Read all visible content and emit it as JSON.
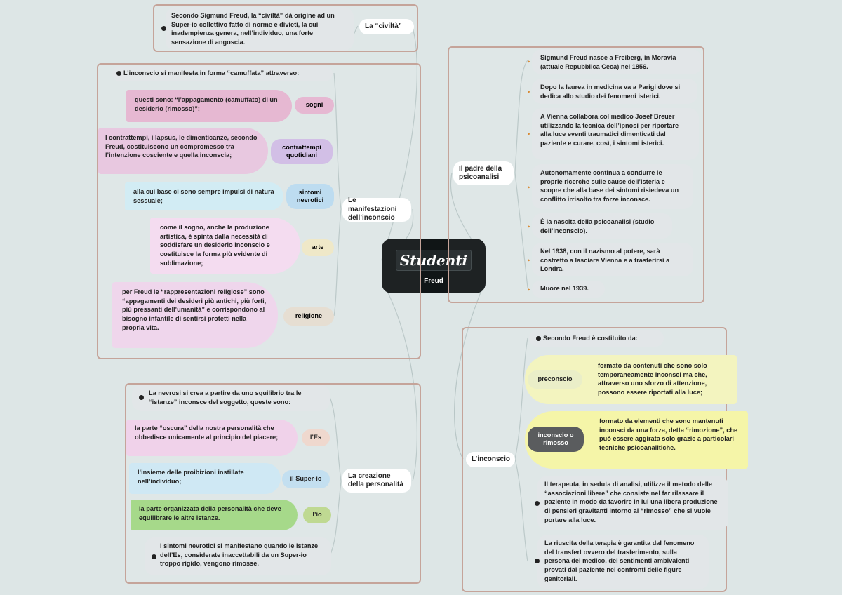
{
  "central": {
    "logo": "Studenti",
    "title": "Freud"
  },
  "civilta": {
    "label": "La “civiltà”",
    "note": "Secondo Sigmund Freud, la “civiltà” dà origine ad un Super-io collettivo fatto di norme e divieti, la cui inadempienza genera, nell’individuo, una forte sensazione di angoscia."
  },
  "manifestazioni": {
    "label": "Le manifestazioni dell’inconscio",
    "intro": "L’inconscio si manifesta in forma “camuffata” attraverso:",
    "items": [
      {
        "tag": "sogni",
        "text": "questi sono: “l’appagamento (camuffato) di un desiderio (rimosso)”;"
      },
      {
        "tag": "contrattempi quotidiani",
        "text": "I contrattempi, i lapsus, le dimenticanze, secondo Freud, costituiscono un compromesso tra l’intenzione cosciente e quella inconscia;"
      },
      {
        "tag": "sintomi nevrotici",
        "text": "alla cui base ci sono sempre impulsi di natura sessuale;"
      },
      {
        "tag": "arte",
        "text": "come il sogno, anche la produzione artistica, è spinta dalla necessità di soddisfare un desiderio inconscio e costituisce la forma più evidente di sublimazione;"
      },
      {
        "tag": "religione",
        "text": "per Freud le “rappresentazioni religiose” sono “appagamenti dei desideri più antichi, più forti, più pressanti dell’umanità” e corrispondono al bisogno infantile di sentirsi protetti nella propria vita."
      }
    ]
  },
  "padre": {
    "label": "Il padre della psicoanalisi",
    "items": [
      "Sigmund Freud nasce a Freiberg, in Moravia (attuale Repubblica Ceca) nel 1856.",
      "Dopo la laurea in medicina va a Parigi dove si dedica allo studio dei fenomeni isterici.",
      "A Vienna collabora col medico Josef Breuer utilizzando la tecnica dell’ipnosi per riportare alla luce eventi traumatici dimenticati dal paziente e curare, così, i sintomi isterici.",
      "Autonomamente continua a condurre le proprie ricerche sulle cause dell’isteria e scopre che alla base dei sintomi risiedeva un conflitto irrisolto tra forze inconsce.",
      "È la nascita della psicoanalisi (studio dell’inconscio).",
      "Nel 1938, con il nazismo al potere, sarà costretto a lasciare Vienna e a trasferirsi a Londra.",
      "Muore nel 1939."
    ]
  },
  "inconscio": {
    "label": "L’inconscio",
    "intro": "Secondo Freud è costituito da:",
    "preconscio": {
      "tag": "preconscio",
      "text": "formato da contenuti che sono solo temporaneamente inconsci ma che, attraverso uno sforzo di attenzione, possono essere riportati alla luce;"
    },
    "rimosso": {
      "tag": "inconscio o rimosso",
      "text": "formato da elementi che sono mantenuti inconsci da una forza, detta “rimozione”, che può essere aggirata solo grazie a particolari tecniche psicoanalitiche."
    },
    "terapeuta": "Il terapeuta, in seduta di analisi, utilizza il metodo delle “associazioni libere” che consiste nel far rilassare il paziente in modo da favorire in lui una libera produzione di pensieri gravitanti intorno al “rimosso” che si vuole portare alla luce.",
    "riuscita": "La riuscita della terapia è garantita dal fenomeno del transfert ovvero del trasferimento, sulla persona del medico, dei sentimenti ambivalenti provati dal paziente nei confronti delle figure genitoriali."
  },
  "personalita": {
    "label": "La creazione della personalità",
    "intro": "La nevrosi si crea a partire da uno squilibrio tra le “istanze” inconsce del soggetto, queste sono:",
    "items": [
      {
        "tag": "l’Es",
        "text": "la parte “oscura” della nostra personalità che obbedisce unicamente al principio del piacere;"
      },
      {
        "tag": "il Super-io",
        "text": "l’insieme delle proibizioni instillate nell’individuo;"
      },
      {
        "tag": "l’io",
        "text": "la parte organizzata della personalità che deve equilibrare le altre istanze."
      }
    ],
    "sintomi": "I sintomi nevrotici si manifestano quando le istanze dell’Es, considerate inaccettabili da un Super-io troppo rigido, vengono rimosse."
  },
  "colors": {
    "sogni": "#e6b8d2",
    "contrattempi": "#e8c8e0",
    "contrattempi_tag": "#d2bfe6",
    "sintomi": "#d2ecf4",
    "sintomi_tag": "#bddcf0",
    "arte": "#f4dcf0",
    "arte_tag": "#efe8c8",
    "religione": "#efd6ec",
    "religione_tag": "#e6ded2",
    "es": "#f0d2ea",
    "es_tag": "#efd8ce",
    "superio": "#cfe8f4",
    "superio_tag": "#c3dff0",
    "io": "#a6d98a",
    "io_tag": "#bfd992",
    "preconscio": "#f3f4bf",
    "preconscio_tag": "#eaeec8",
    "rimosso": "#f5f5a8",
    "rimosso_tag": "#5a5c5e"
  }
}
